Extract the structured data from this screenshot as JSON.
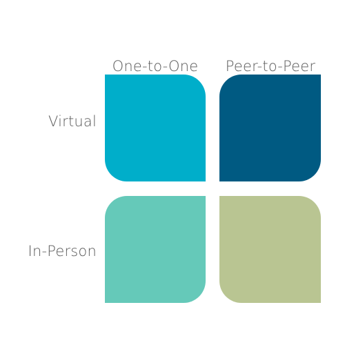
{
  "columns": {
    "one_to_one": "One-to-One",
    "peer_to_peer": "Peer-to-Peer"
  },
  "rows": {
    "virtual": "Virtual",
    "in_person": "In-Person"
  },
  "quadrant_colors": {
    "virtual_one_to_one": "#00aeca",
    "virtual_peer_to_peer": "#005a82",
    "in_person_one_to_one": "#65c9b9",
    "in_person_peer_to_peer": "#b9c592"
  }
}
